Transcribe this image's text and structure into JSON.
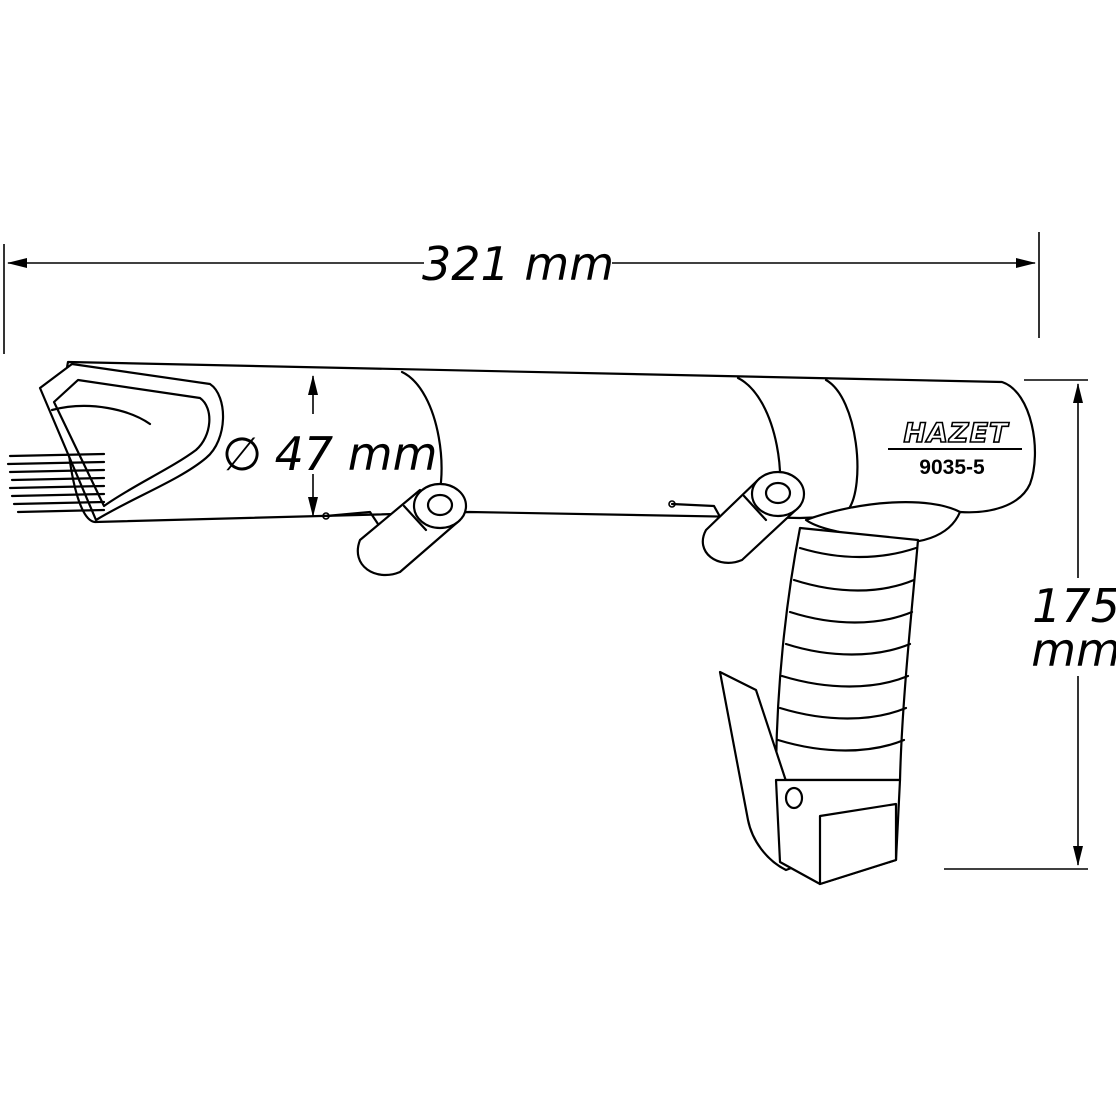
{
  "dimensions": {
    "length": "321 mm",
    "diameter_symbol": "∅",
    "diameter": "47 mm",
    "height_value": "175",
    "height_unit": "mm"
  },
  "product": {
    "brand": "HAZET",
    "model": "9035-5"
  },
  "colors": {
    "line": "#000000",
    "background": "#ffffff"
  },
  "icons": [
    "arrowhead",
    "diameter-symbol"
  ]
}
